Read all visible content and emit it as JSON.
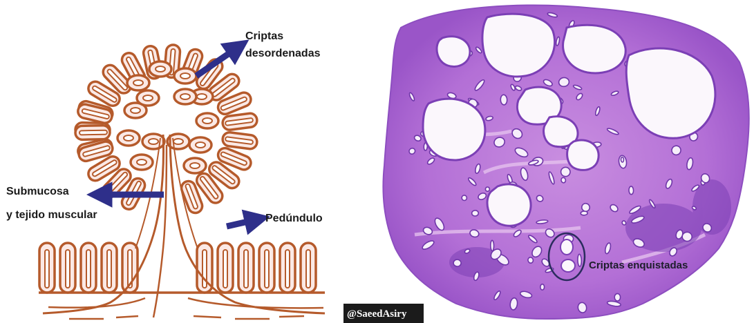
{
  "diagram": {
    "labels": {
      "criptas_desordenadas_line1": "Criptas",
      "criptas_desordenadas_line2": "desordenadas",
      "submucosa_line1": "Submucosa",
      "submucosa_line2": "y tejido muscular",
      "pedunculo": "Pedúndulo"
    },
    "colors": {
      "outline": "#b55a2b",
      "fill": "#fbe9e5",
      "arrow": "#2e2f8a"
    }
  },
  "histology": {
    "label": "Criptas enquistadas",
    "credit": "@SaeedAsiry",
    "colors": {
      "tissue": "#b36fd6",
      "tissue_dark": "#7b3fb5",
      "stroma": "#e7c4ef",
      "lumen": "#fbf7fc",
      "credit_bg": "#1b1b1b",
      "circle": "#2b2c5e"
    }
  }
}
